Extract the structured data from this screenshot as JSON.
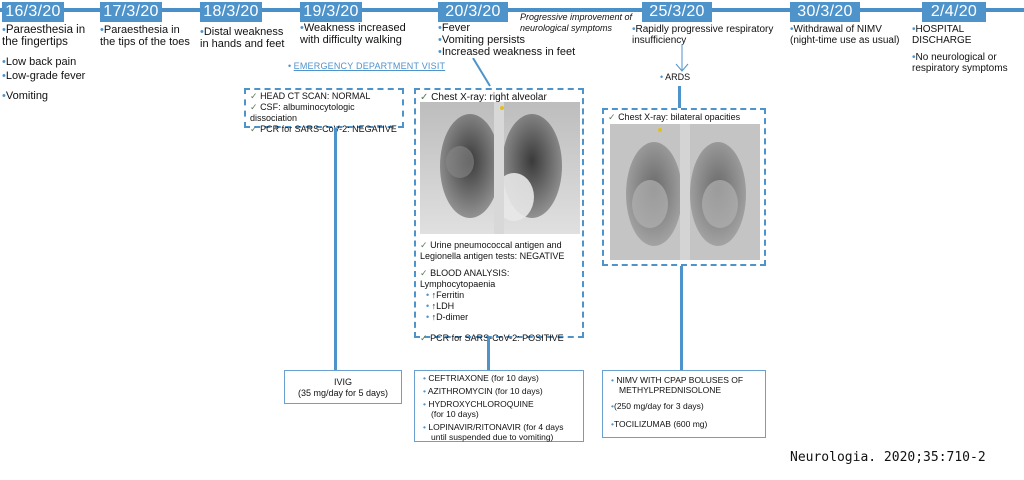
{
  "dates": [
    "16/3/20",
    "17/3/20",
    "18/3/20",
    "19/3/20",
    "20/3/20",
    "25/3/20",
    "30/3/20",
    "2/4/20"
  ],
  "notes": {
    "d16": [
      "Paraesthesia in the fingertips",
      "Low back pain",
      "Low-grade fever",
      "Vomiting"
    ],
    "d17": "Paraesthesia in the tips of the toes",
    "d18": "Distal weakness in hands and feet",
    "d19": "Weakness increased with difficulty walking",
    "d20": [
      "Fever",
      "Vomiting persists",
      "Increased weakness in feet"
    ],
    "progressive": "Progressive improvement of neurological symptoms",
    "d25": "Rapidly progressive respiratory insufficiency",
    "d30": [
      "Withdrawal of NIMV",
      "(night-time use as usual)"
    ],
    "d2_4": [
      "HOSPITAL DISCHARGE",
      "No neurological or respiratory symptoms"
    ]
  },
  "emergency": "EMERGENCY DEPARTMENT VISIT",
  "box19": [
    "HEAD CT SCAN: NORMAL",
    "CSF: albuminocytologic dissociation",
    "PCR for SARS-CoV-2: NEGATIVE"
  ],
  "box20": {
    "xray_caption": "Chest X-ray: right alveolar infiltrate",
    "urine": "Urine pneumococcal antigen and Legionella antigen tests: NEGATIVE",
    "blood_title": "BLOOD ANALYSIS:",
    "blood_sub": "Lymphocytopaenia",
    "markers": [
      "Ferritin",
      "LDH",
      "D-dimer"
    ],
    "pcr": "PCR for SARS-CoV-2: POSITIVE"
  },
  "ards": "ARDS",
  "box25_caption": "Chest X-ray: bilateral opacities",
  "ivig": [
    "IVIG",
    "(35 mg/day for 5 days)"
  ],
  "treat20": [
    "CEFTRIAXONE (for 10 days)",
    "AZITHROMYCIN (for 10 days)",
    "HYDROXYCHLOROQUINE",
    "(for 10 days)",
    "LOPINAVIR/RITONAVIR (for 4 days",
    "until suspended due to vomiting)"
  ],
  "treat25": [
    "NIMV WITH CPAP BOLUSES OF",
    "METHYLPREDNISOLONE",
    "(250 mg/day for 3 days)",
    "TOCILIZUMAB (600 mg)"
  ],
  "citation": "Neurologia. 2020;35:710-2",
  "colors": {
    "accent": "#4f93cb"
  }
}
